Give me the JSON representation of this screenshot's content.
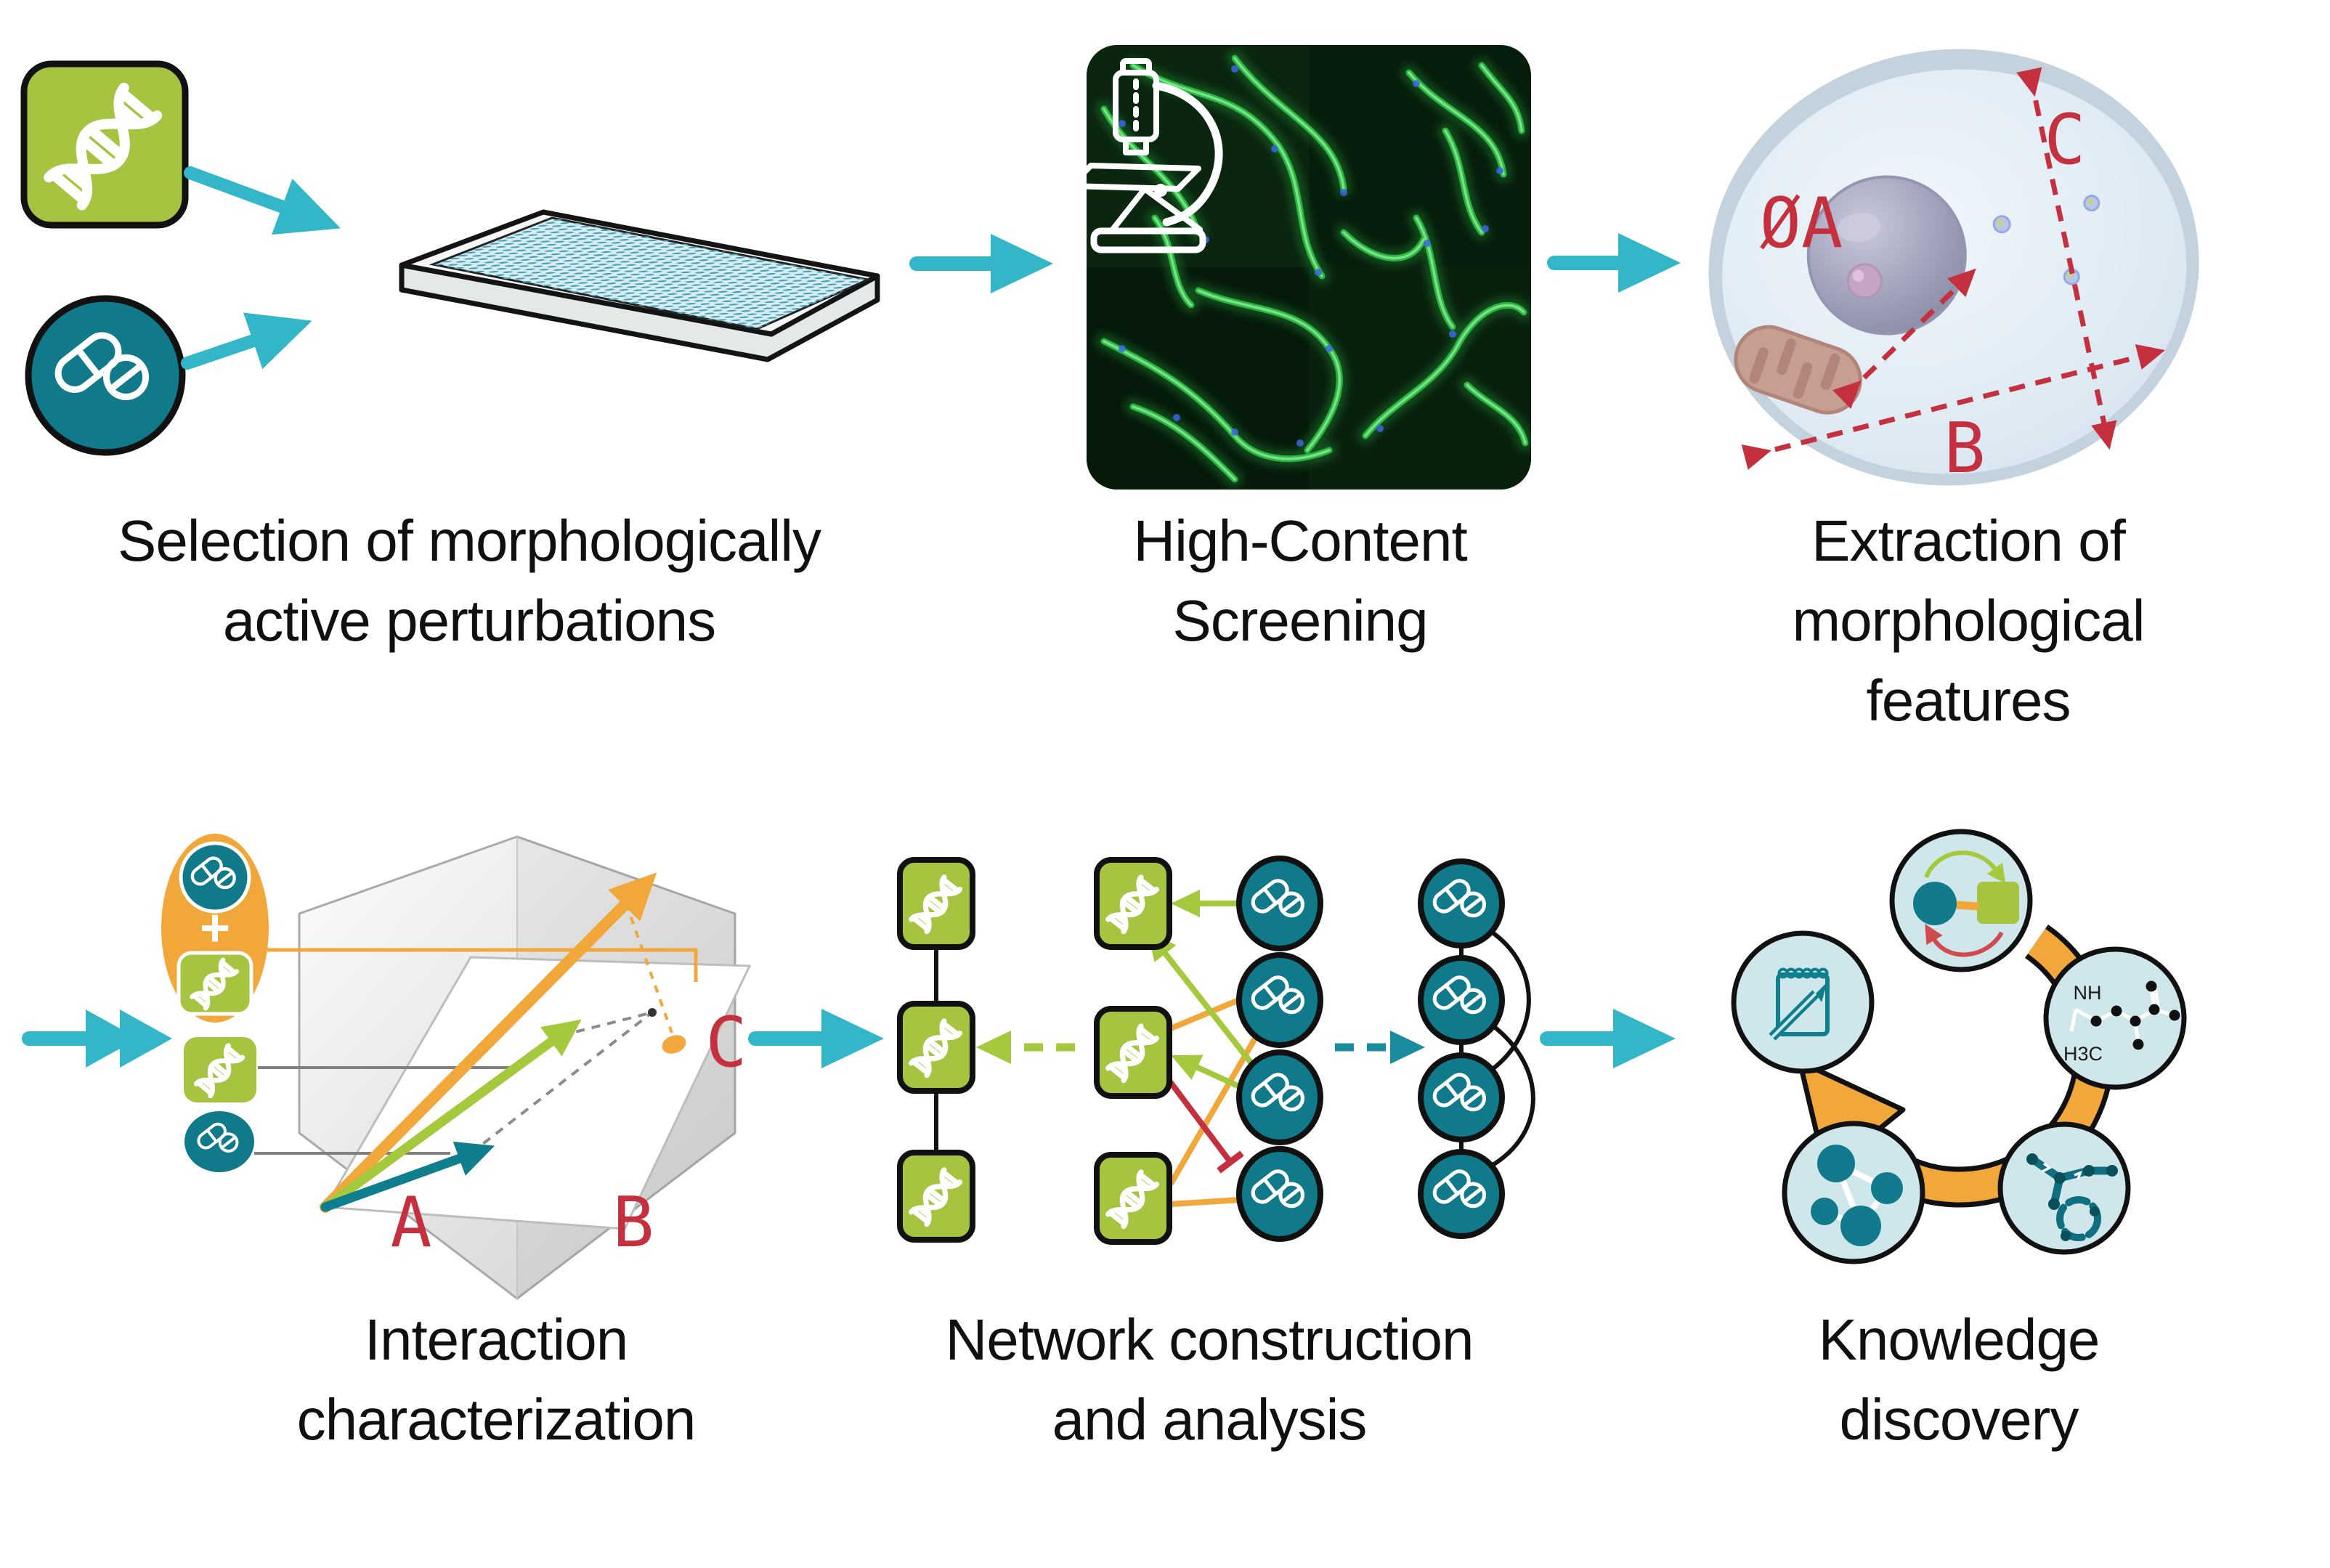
{
  "figure": {
    "steps": [
      {
        "id": "selection",
        "lines": [
          "Selection of morphologically",
          "active perturbations"
        ]
      },
      {
        "id": "hcs",
        "lines": [
          "High-Content",
          "Screening"
        ]
      },
      {
        "id": "extraction",
        "lines": [
          "Extraction of",
          "morphological",
          "features"
        ]
      },
      {
        "id": "interaction",
        "lines": [
          "Interaction",
          "characterization"
        ]
      },
      {
        "id": "network",
        "lines": [
          "Network construction",
          "and analysis"
        ]
      },
      {
        "id": "knowledge",
        "lines": [
          "Knowledge",
          "discovery"
        ]
      }
    ],
    "cell": {
      "nucleus_diameter": "ØA",
      "cell_length": "B",
      "cell_height": "C"
    },
    "cube_axes": {
      "a": "A",
      "b": "B",
      "c": "C"
    },
    "combination": {
      "plus": "+"
    },
    "molecule": {
      "nh": "NH",
      "h3c": "H3C"
    },
    "icons": [
      "dna-icon",
      "pills-icon",
      "microscope-icon",
      "well-plate",
      "cell-diagram",
      "notepad-pencil-icon",
      "molecule-icon",
      "pathway-icon",
      "network-icon",
      "gene-drug-motif-icon"
    ],
    "colors": {
      "green": "#a6c440",
      "teal": "#10798a",
      "cyan": "#33b6c7",
      "orange": "#f2a73b",
      "red": "#c5303f",
      "caption": "#101010",
      "cell_fill": "#dce8f2",
      "microscopy_bg": "#08200c"
    }
  }
}
